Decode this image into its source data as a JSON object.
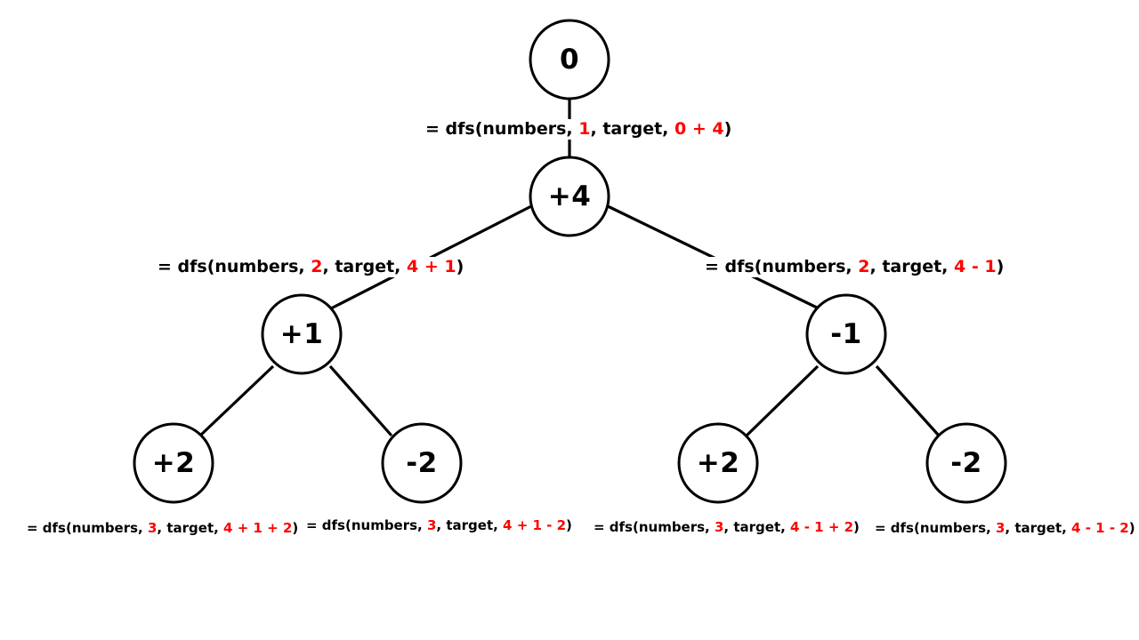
{
  "colors": {
    "line": "#000000",
    "highlight": "#ff0000",
    "background": "#ffffff"
  },
  "nodes": {
    "root": "0",
    "l1": "+4",
    "l2_left": "+1",
    "l2_right": "-1",
    "l3_ll": "+2",
    "l3_lr": "-2",
    "l3_rl": "+2",
    "l3_rr": "-2"
  },
  "calls": {
    "c1": {
      "prefix": "= dfs(numbers, ",
      "index": "1",
      "mid": ", target, ",
      "sum": "0 + 4",
      "suffix": ")"
    },
    "c2_left": {
      "prefix": "= dfs(numbers, ",
      "index": "2",
      "mid": ", target, ",
      "sum": "4 + 1",
      "suffix": ")"
    },
    "c2_right": {
      "prefix": "= dfs(numbers, ",
      "index": "2",
      "mid": ", target, ",
      "sum": "4 - 1",
      "suffix": ")"
    },
    "c3_ll": {
      "prefix": "= dfs(numbers, ",
      "index": "3",
      "mid": ", target, ",
      "sum": "4 + 1 + 2",
      "suffix": ")"
    },
    "c3_lr": {
      "prefix": "= dfs(numbers, ",
      "index": "3",
      "mid": ", target, ",
      "sum": "4 + 1 - 2",
      "suffix": ")"
    },
    "c3_rl": {
      "prefix": "= dfs(numbers, ",
      "index": "3",
      "mid": ", target, ",
      "sum": "4 - 1 + 2",
      "suffix": ")"
    },
    "c3_rr": {
      "prefix": "= dfs(numbers, ",
      "index": "3",
      "mid": ", target, ",
      "sum": "4 - 1 - 2",
      "suffix": ")"
    }
  }
}
